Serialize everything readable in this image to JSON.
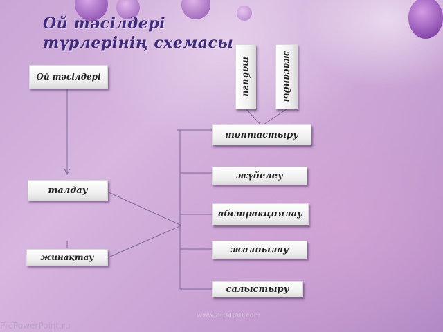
{
  "title": "Ой тәсілдері түрлерінің схемасы",
  "nodes": {
    "root": "Ой тәсілдері",
    "vertical_left": "табиғи",
    "vertical_right": "жасанды",
    "analysis": "талдау",
    "synthesis": "жинақтау",
    "grouping": "топтастыру",
    "systematizing": "жүйелеу",
    "abstraction": "абстракциялау",
    "generalization": "жалпылау",
    "comparison": "салыстыру"
  },
  "footer": {
    "site": "www.ZHARAR.com",
    "brand": "ProPowerPoint.ru"
  },
  "colors": {
    "title": "#3e2a7e",
    "connector": "#7a6a9a",
    "background": "#c9a6d6"
  }
}
